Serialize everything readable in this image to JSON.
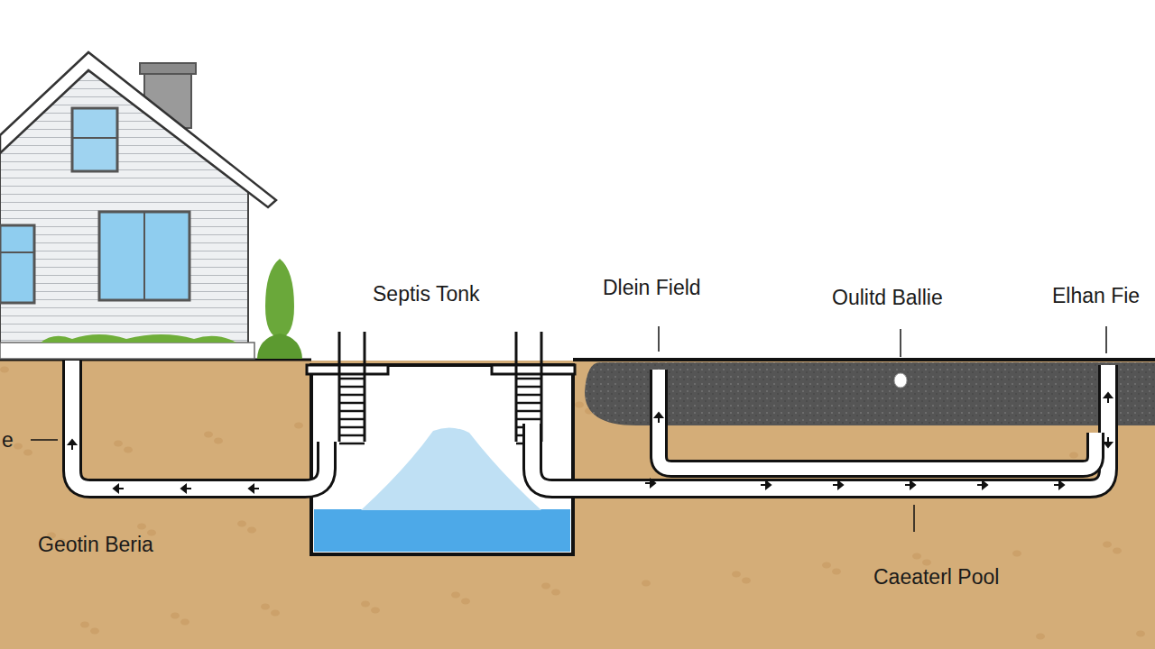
{
  "diagram": {
    "labels": [
      "Septis Tonk",
      "Dlein Field",
      "Oulitd Ballie",
      "Elhan Fie",
      "e",
      "Geotin Beria",
      "Caeaterl Pool"
    ]
  }
}
